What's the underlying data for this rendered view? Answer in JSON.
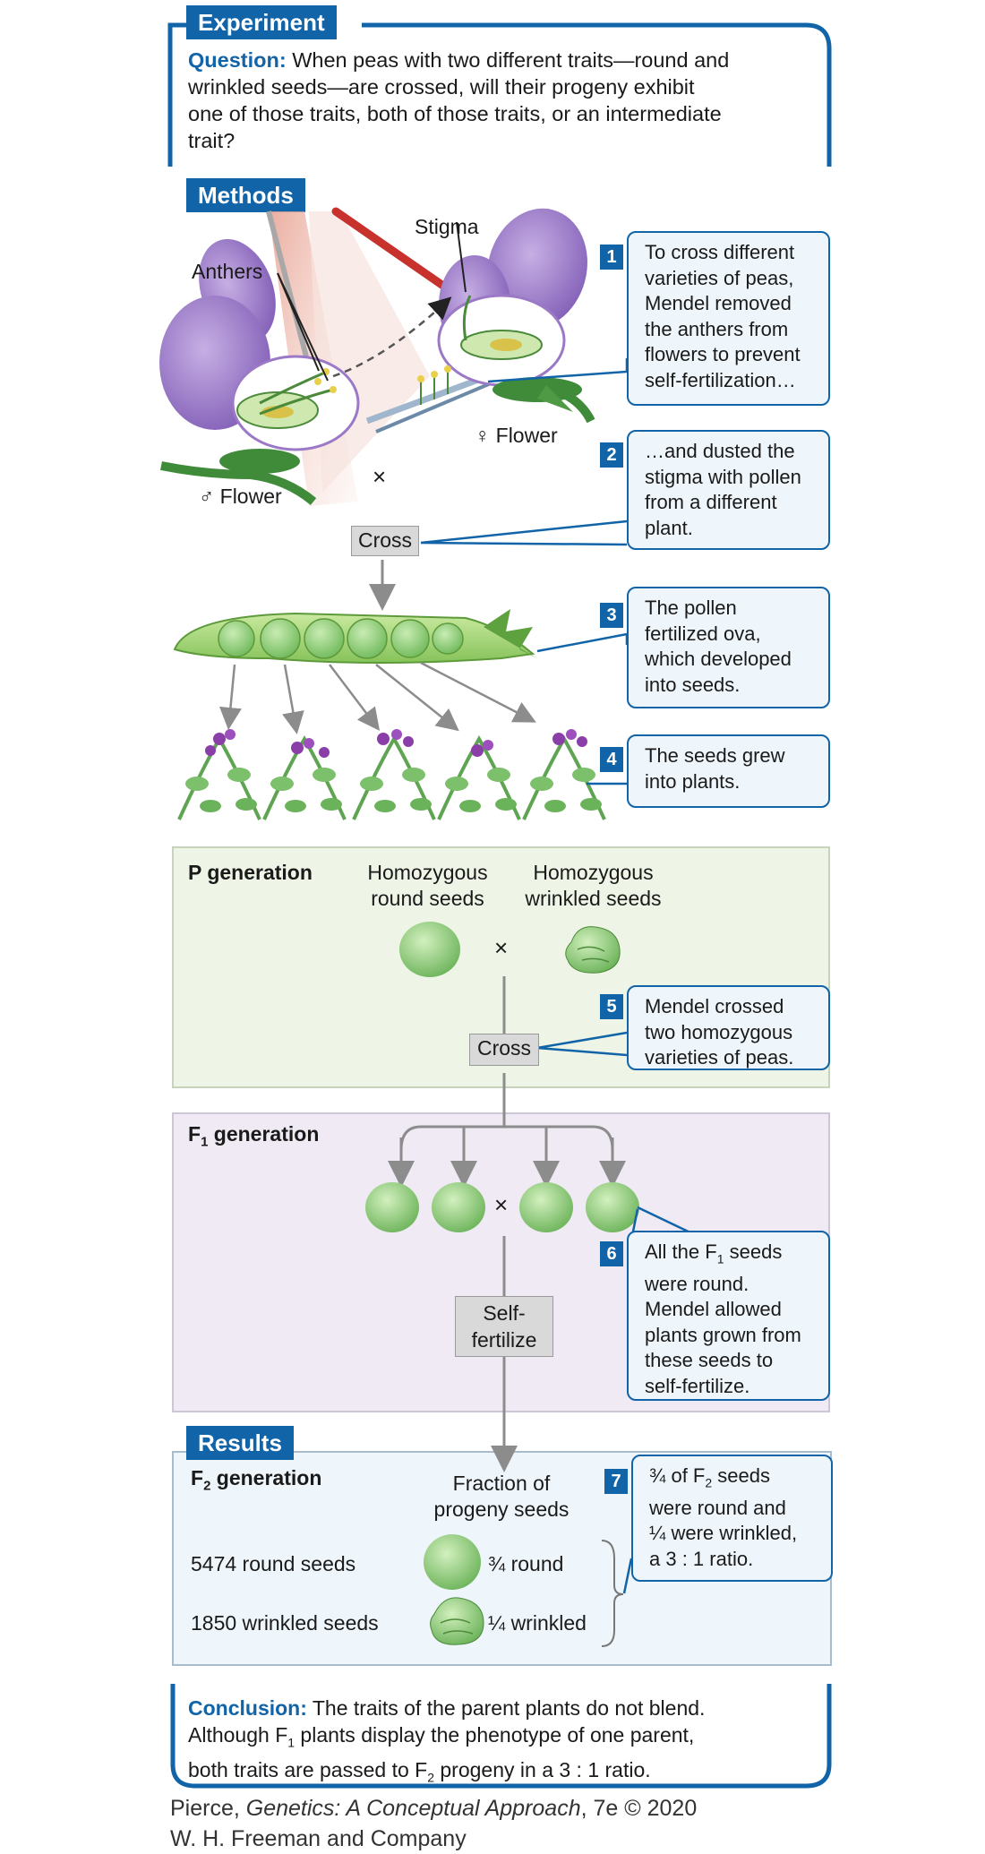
{
  "experiment": {
    "header": "Experiment",
    "question_label": "Question:",
    "question_text_lines": [
      "When peas with two different traits—round and",
      "wrinkled seeds—are crossed, will their progeny exhibit",
      "one of those traits, both of those traits, or an intermediate",
      "trait?"
    ]
  },
  "methods": {
    "header": "Methods",
    "labels": {
      "anthers": "Anthers",
      "stigma": "Stigma",
      "male_flower": "♂ Flower",
      "female_flower": "♀ Flower",
      "cross_symbol": "×",
      "cross_box": "Cross"
    },
    "steps": [
      {
        "num": "1",
        "lines": [
          "To cross different",
          "varieties of peas,",
          "Mendel removed",
          "the anthers from",
          "flowers to prevent",
          "self-fertilization…"
        ]
      },
      {
        "num": "2",
        "lines": [
          "…and dusted the",
          "stigma with pollen",
          "from a different",
          "plant."
        ]
      },
      {
        "num": "3",
        "lines": [
          "The pollen",
          "fertilized ova,",
          "which developed",
          "into seeds."
        ]
      },
      {
        "num": "4",
        "lines": [
          "The seeds grew",
          "into plants."
        ]
      }
    ]
  },
  "p_generation": {
    "title": "P generation",
    "round_label_lines": [
      "Homozygous",
      "round seeds"
    ],
    "wrinkled_label_lines": [
      "Homozygous",
      "wrinkled seeds"
    ],
    "cross_symbol": "×",
    "cross_box": "Cross",
    "step": {
      "num": "5",
      "lines": [
        "Mendel crossed",
        "two homozygous",
        "varieties of peas."
      ]
    }
  },
  "f1_generation": {
    "title_main": "F",
    "title_sub": "1",
    "title_rest": " generation",
    "cross_symbol": "×",
    "selffert_lines": [
      "Self-",
      "fertilize"
    ],
    "step": {
      "num": "6",
      "line1_pre": "All the F",
      "line1_sub": "1",
      "line1_post": " seeds",
      "lines": [
        "were round.",
        "Mendel allowed",
        "plants grown from",
        "these seeds to",
        "self-fertilize."
      ]
    }
  },
  "results": {
    "header": "Results",
    "title_main": "F",
    "title_sub": "2",
    "title_rest": " generation",
    "fraction_header_lines": [
      "Fraction of",
      "progeny seeds"
    ],
    "rows": [
      {
        "count_label": "5474 round seeds",
        "fraction": "¾ round"
      },
      {
        "count_label": "1850 wrinkled seeds",
        "fraction": "¼ wrinkled"
      }
    ],
    "step": {
      "num": "7",
      "line1_pre": "¾ of F",
      "line1_sub": "2",
      "line1_post": " seeds",
      "lines": [
        "were round and",
        "¼ were wrinkled,",
        "a 3 : 1 ratio."
      ]
    }
  },
  "conclusion": {
    "label": "Conclusion:",
    "line1": " The traits of the parent plants do not blend.",
    "line2_pre": "Although F",
    "line2_sub": "1",
    "line2_post": " plants display the phenotype of one parent,",
    "line3_pre": "both traits are passed to F",
    "line3_sub": "2",
    "line3_post": " progeny in a 3 : 1 ratio."
  },
  "credit": {
    "line1_pre": "Pierce, ",
    "line1_italic": "Genetics: A Conceptual Approach",
    "line1_post": ", 7e © 2020",
    "line2": "W. H. Freeman and Company"
  },
  "colors": {
    "accent_blue": "#1164a8",
    "callout_fill": "#eef6fb",
    "p_panel": "#eef5e6",
    "f1_panel": "#efeaf4",
    "results_panel": "#eef6fb",
    "pea_green": "#8ccf72",
    "flower_purple": "#9c79c7"
  }
}
